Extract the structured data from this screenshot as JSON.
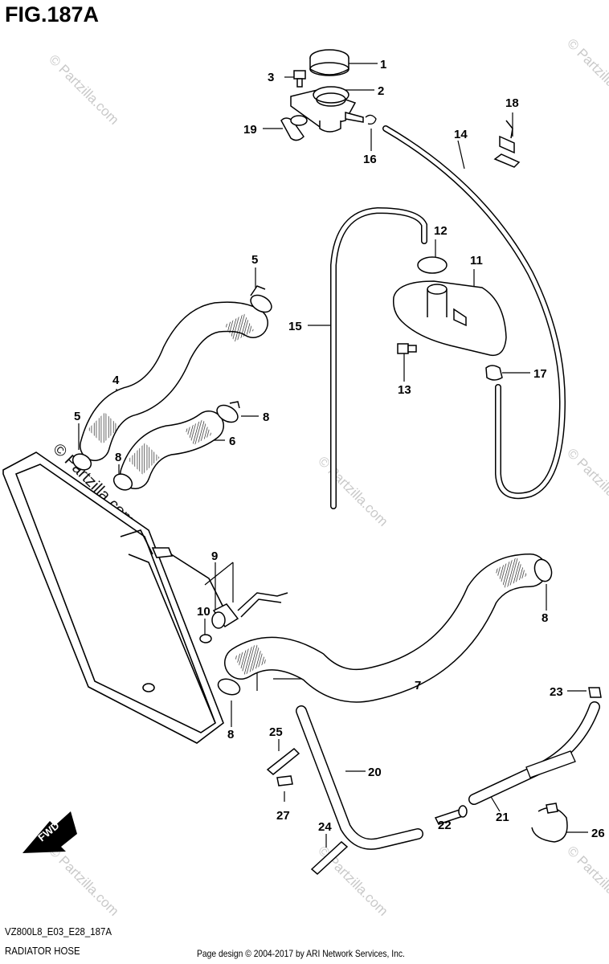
{
  "figure": {
    "title": "FIG.187A",
    "code": "VZ800L8_E03_E28_187A",
    "subtitle": "RADIATOR HOSE",
    "copyright": "Page design © 2004-2017 by ARI Network Services, Inc."
  },
  "watermark": {
    "text": "© Partzilla.com"
  },
  "fwd_label": "FWD",
  "callouts": [
    {
      "id": "1",
      "label": "1"
    },
    {
      "id": "2",
      "label": "2"
    },
    {
      "id": "3",
      "label": "3"
    },
    {
      "id": "4",
      "label": "4"
    },
    {
      "id": "5a",
      "label": "5"
    },
    {
      "id": "5b",
      "label": "5"
    },
    {
      "id": "6",
      "label": "6"
    },
    {
      "id": "7",
      "label": "7"
    },
    {
      "id": "8a",
      "label": "8"
    },
    {
      "id": "8b",
      "label": "8"
    },
    {
      "id": "8c",
      "label": "8"
    },
    {
      "id": "8d",
      "label": "8"
    },
    {
      "id": "9",
      "label": "9"
    },
    {
      "id": "10",
      "label": "10"
    },
    {
      "id": "11",
      "label": "11"
    },
    {
      "id": "12",
      "label": "12"
    },
    {
      "id": "13",
      "label": "13"
    },
    {
      "id": "14",
      "label": "14"
    },
    {
      "id": "15",
      "label": "15"
    },
    {
      "id": "16",
      "label": "16"
    },
    {
      "id": "17",
      "label": "17"
    },
    {
      "id": "18",
      "label": "18"
    },
    {
      "id": "19",
      "label": "19"
    },
    {
      "id": "20",
      "label": "20"
    },
    {
      "id": "21",
      "label": "21"
    },
    {
      "id": "22",
      "label": "22"
    },
    {
      "id": "23",
      "label": "23"
    },
    {
      "id": "24",
      "label": "24"
    },
    {
      "id": "25",
      "label": "25"
    },
    {
      "id": "26",
      "label": "26"
    },
    {
      "id": "27",
      "label": "27"
    }
  ]
}
